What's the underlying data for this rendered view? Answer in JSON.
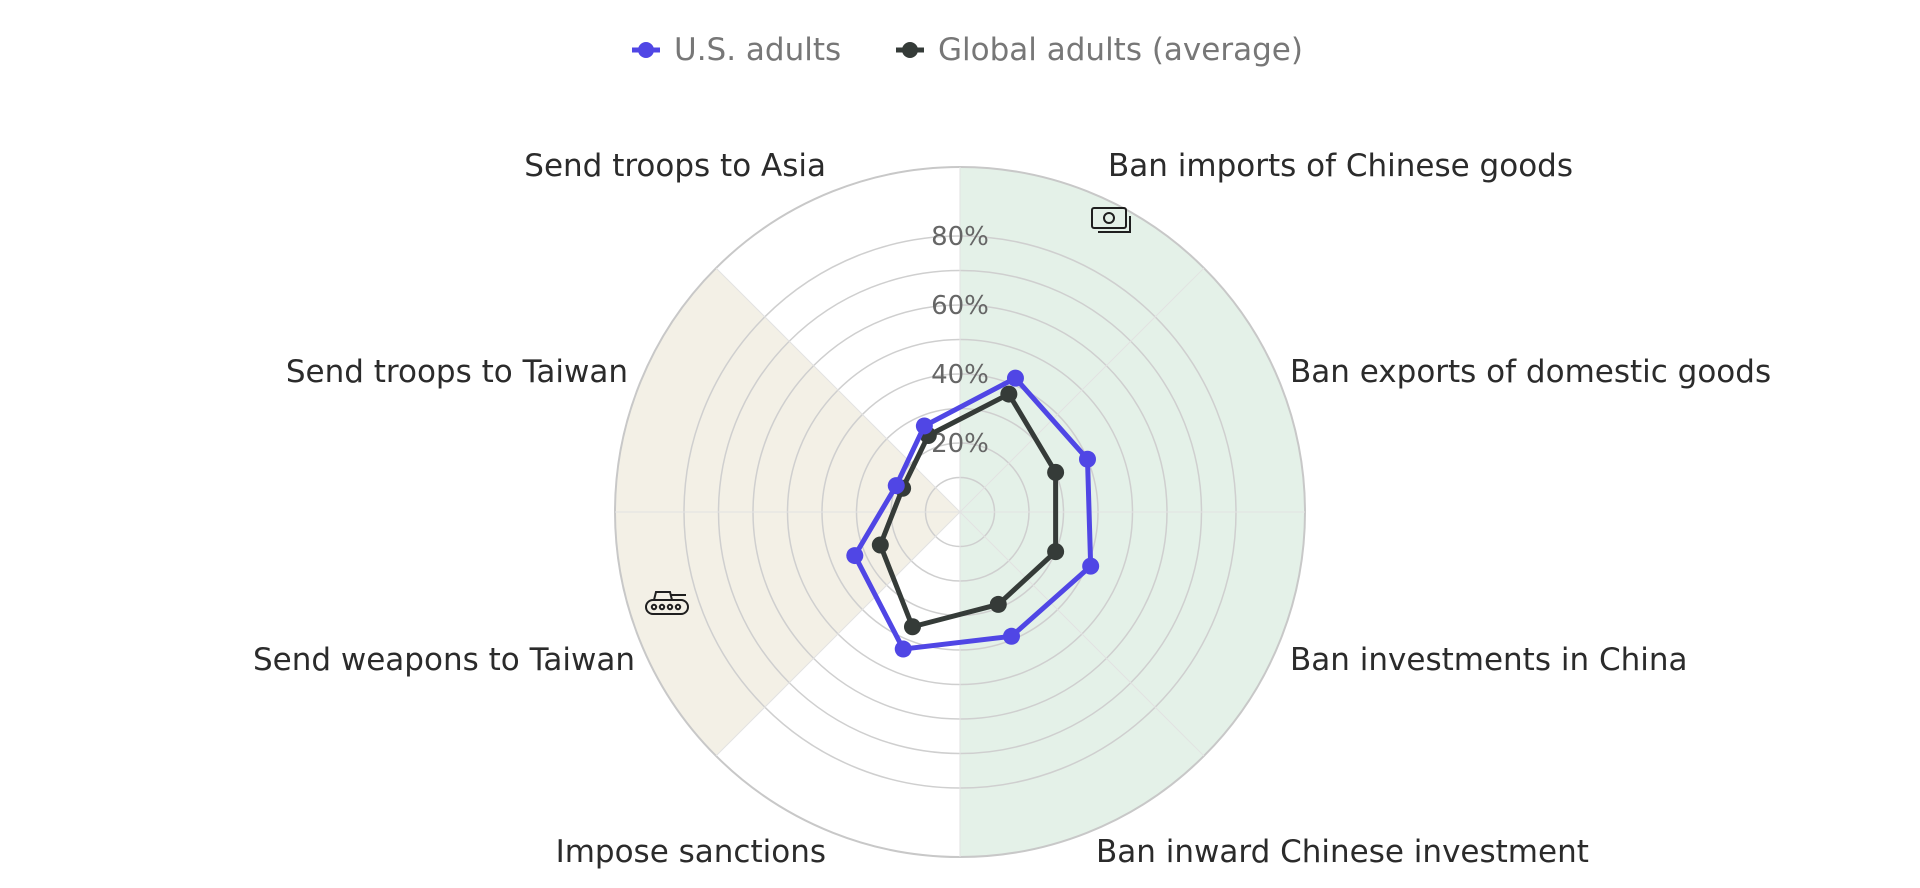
{
  "chart_data": {
    "type": "radar",
    "categories": [
      "Ban imports of Chinese goods",
      "Ban exports of domestic goods",
      "Ban investments in China",
      "Ban inward Chinese investment",
      "Impose sanctions",
      "Send weapons to Taiwan",
      "Send troops to Taiwan",
      "Send troops to Asia"
    ],
    "series": [
      {
        "name": "U.S. adults",
        "color": "#5046e5",
        "values": [
          42,
          40,
          41,
          39,
          43,
          33,
          20,
          27
        ]
      },
      {
        "name": "Global adults (average)",
        "color": "#353b38",
        "values": [
          37,
          30,
          30,
          29,
          36,
          25,
          18,
          24
        ]
      }
    ],
    "radial_ticks": [
      20,
      40,
      60,
      80
    ],
    "tick_labels": [
      "20%",
      "40%",
      "60%",
      "80%"
    ],
    "rmax": 100,
    "grid": true,
    "legend_position": "top-center",
    "sector_groups": [
      {
        "group": "economic",
        "icon": "money-icon",
        "color": "#e4f1e8",
        "categories": [
          0,
          1,
          2,
          3
        ]
      },
      {
        "group": "military",
        "icon": "tank-icon",
        "color": "#f3f0e6",
        "categories": [
          5,
          6
        ]
      }
    ]
  }
}
